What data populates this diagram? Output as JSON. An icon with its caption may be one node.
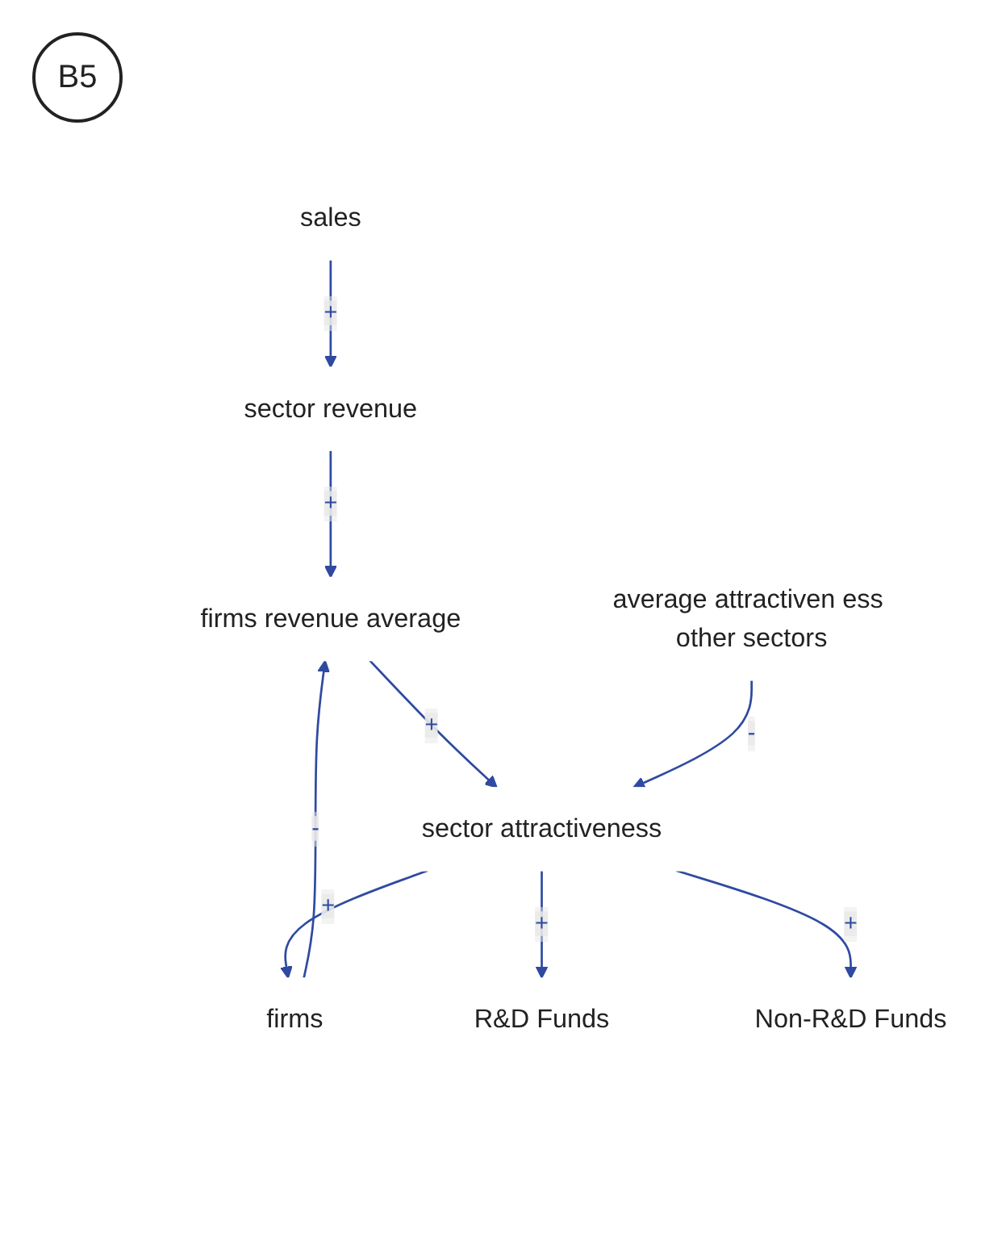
{
  "diagram": {
    "nodes": [
      {
        "text": [
          "sales"
        ]
      },
      {
        "text": [
          "sector revenue"
        ]
      },
      {
        "text": [
          "firms revenue average"
        ]
      },
      {
        "text": [
          "firms"
        ]
      },
      {
        "text": [
          "sector attractiveness"
        ]
      },
      {
        "text": [
          "average attractiven ess other sectors"
        ]
      },
      {
        "text": [
          "R&D Funds"
        ]
      },
      {
        "text": [
          "Non-R&D Funds"
        ]
      }
    ],
    "edges": [
      {
        "from": 0,
        "to": 1,
        "arrow": "to",
        "label": "+"
      },
      {
        "from": 1,
        "to": 2,
        "arrow": "to",
        "label": "+"
      },
      {
        "from": 3,
        "to": 2,
        "arrow": "to",
        "label": "-"
      },
      {
        "from": 2,
        "to": 4,
        "arrow": "to",
        "label": "+"
      },
      {
        "from": 4,
        "to": 3,
        "arrow": "to",
        "label": "+"
      },
      {
        "from": 5,
        "to": 4,
        "arrow": "to",
        "label": "-"
      },
      {
        "from": 4,
        "to": 6,
        "arrow": "to",
        "label": "+"
      },
      {
        "from": 4,
        "to": 7,
        "arrow": "to",
        "label": "+"
      }
    ],
    "labels": [
      "B5"
    ]
  }
}
